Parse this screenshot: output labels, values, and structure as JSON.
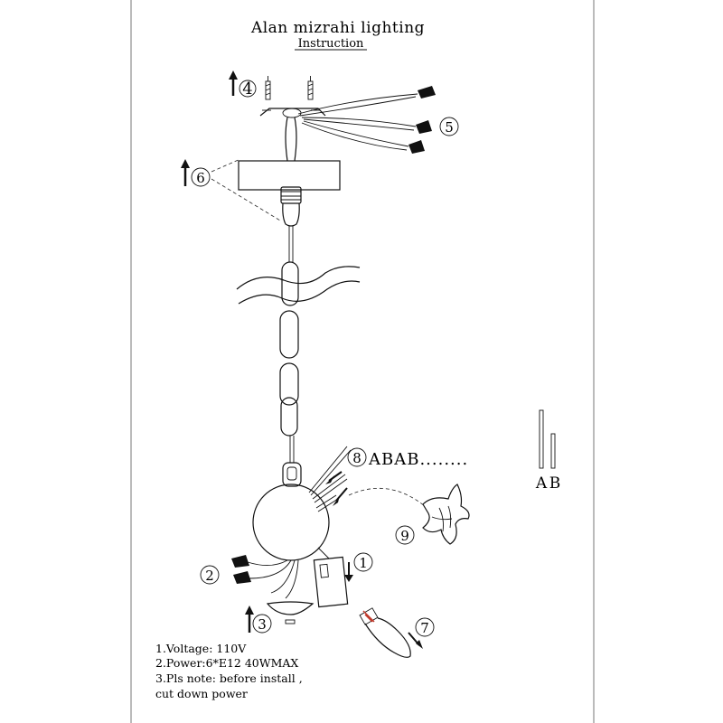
{
  "header": {
    "title": "Alan mizrahi lighting",
    "subtitle": "Instruction"
  },
  "steps": {
    "s1": "1",
    "s2": "2",
    "s3": "3",
    "s4": "4",
    "s5": "5",
    "s6": "6",
    "s7": "7",
    "s8": "8",
    "s9": "9"
  },
  "sequence": {
    "pattern": "ABAB........",
    "legend_a": "A",
    "legend_b": "B"
  },
  "notes": {
    "line1": "1.Voltage: 110V",
    "line2": "2.Power:6*E12 40WMAX",
    "line3": "3.Pls note:  before install ,",
    "line4": " cut down power"
  },
  "icons": [
    "up-arrow-icon",
    "screw-icon",
    "wire-connector-icon",
    "bulb-icon",
    "flower-icon",
    "chain-icon"
  ],
  "colors": {
    "ink": "#111111",
    "bulb_filament": "#c0392b"
  }
}
